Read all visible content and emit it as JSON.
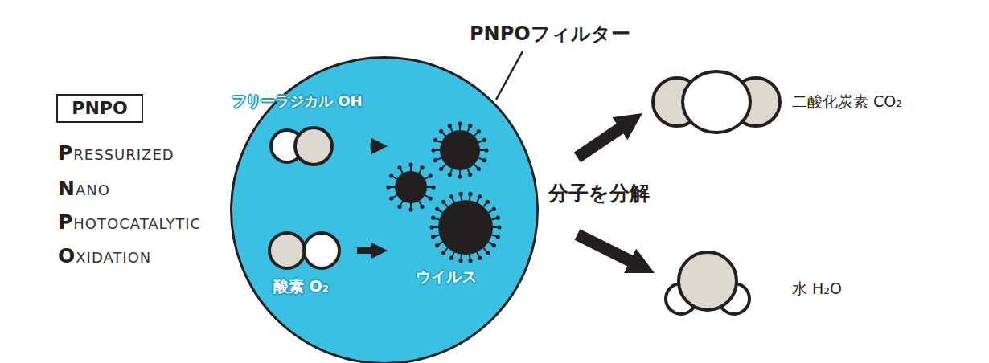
{
  "diagram": {
    "nodes": [
      {
        "text": [
          "PNPO"
        ]
      },
      {
        "text": [
          "PNPOフィルター"
        ]
      },
      {
        "text": [
          "フリーラジカル OH"
        ],
        "in": 1
      },
      {
        "text": [
          "酸素 O₂"
        ],
        "in": 1
      },
      {
        "text": [
          "ウイルス"
        ],
        "in": 1
      },
      {
        "text": [
          "二酸化炭素 CO₂"
        ]
      },
      {
        "text": [
          "水 H₂O"
        ]
      }
    ],
    "edges": [
      {
        "from": 2,
        "to": 4,
        "arrow": "to"
      },
      {
        "from": 3,
        "to": 4,
        "arrow": "to"
      },
      {
        "from": 1,
        "to": 5,
        "arrow": "to"
      },
      {
        "from": 1,
        "to": 6,
        "arrow": "to"
      }
    ],
    "labels": [
      "PRESSURIZED",
      "NANO",
      "PHOTOCATALYTIC",
      "OXIDATION",
      "分子を分解"
    ]
  }
}
